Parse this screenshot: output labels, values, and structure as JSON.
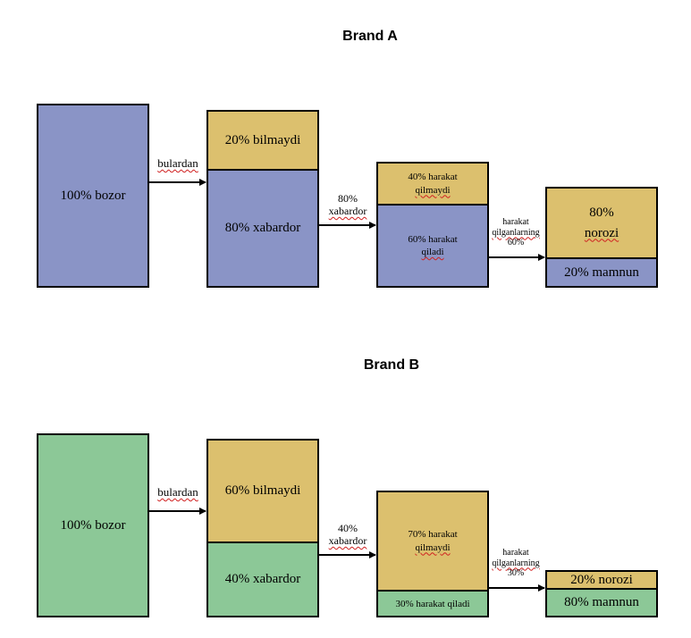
{
  "colors": {
    "purple": "#8a94c6",
    "gold": "#dcc06e",
    "green": "#8cc897",
    "border": "#000000"
  },
  "brand_a": {
    "title": "Brand A",
    "market": "100% bozor",
    "flow1": "bulardan",
    "unaware": "20% bilmaydi",
    "aware": "80% xabardor",
    "flow2": [
      "80%",
      "xabardor"
    ],
    "no_action": [
      "40% harakat",
      "qilmaydi"
    ],
    "action": [
      "60% harakat",
      "qiladi"
    ],
    "flow3": [
      "harakat",
      "qilganlarning",
      "60%"
    ],
    "dissatisfied": [
      "80%",
      "norozi"
    ],
    "satisfied": "20% mamnun"
  },
  "brand_b": {
    "title": "Brand B",
    "market": "100% bozor",
    "flow1": "bulardan",
    "unaware": "60% bilmaydi",
    "aware": "40% xabardor",
    "flow2": [
      "40%",
      "xabardor"
    ],
    "no_action": [
      "70% harakat",
      "qilmaydi"
    ],
    "action": "30% harakat qiladi",
    "flow3": [
      "harakat",
      "qilganlarning",
      "30%"
    ],
    "dissatisfied": "20% norozi",
    "satisfied": "80% mamnun"
  }
}
